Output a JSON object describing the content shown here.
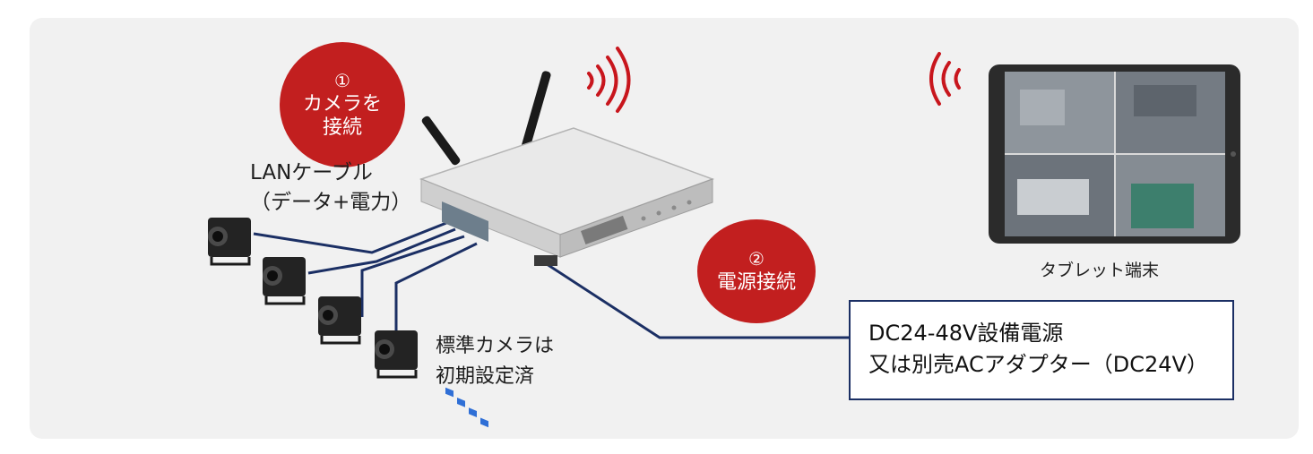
{
  "badges": {
    "connect_camera": {
      "number": "①",
      "line1": "カメラを",
      "line2": "接続"
    },
    "connect_power": {
      "number": "②",
      "line1": "電源接続"
    }
  },
  "labels": {
    "lan_cable_line1": "LANケーブル",
    "lan_cable_line2": "（データ+電力）",
    "standard_camera_line1": "標準カメラは",
    "standard_camera_line2": "初期設定済",
    "tablet": "タブレット端末",
    "power_line1": "DC24-48V設備電源",
    "power_line2": "又は別売ACアダプター（DC24V）"
  },
  "colors": {
    "badge_red": "#c21f1f",
    "cable_navy": "#1b2f64",
    "wifi_red": "#c8161d",
    "panel_gray": "#f1f1f1"
  },
  "icons": [
    "camera-icon",
    "router-icon",
    "antenna-icon",
    "wifi-icon",
    "tablet-icon"
  ]
}
